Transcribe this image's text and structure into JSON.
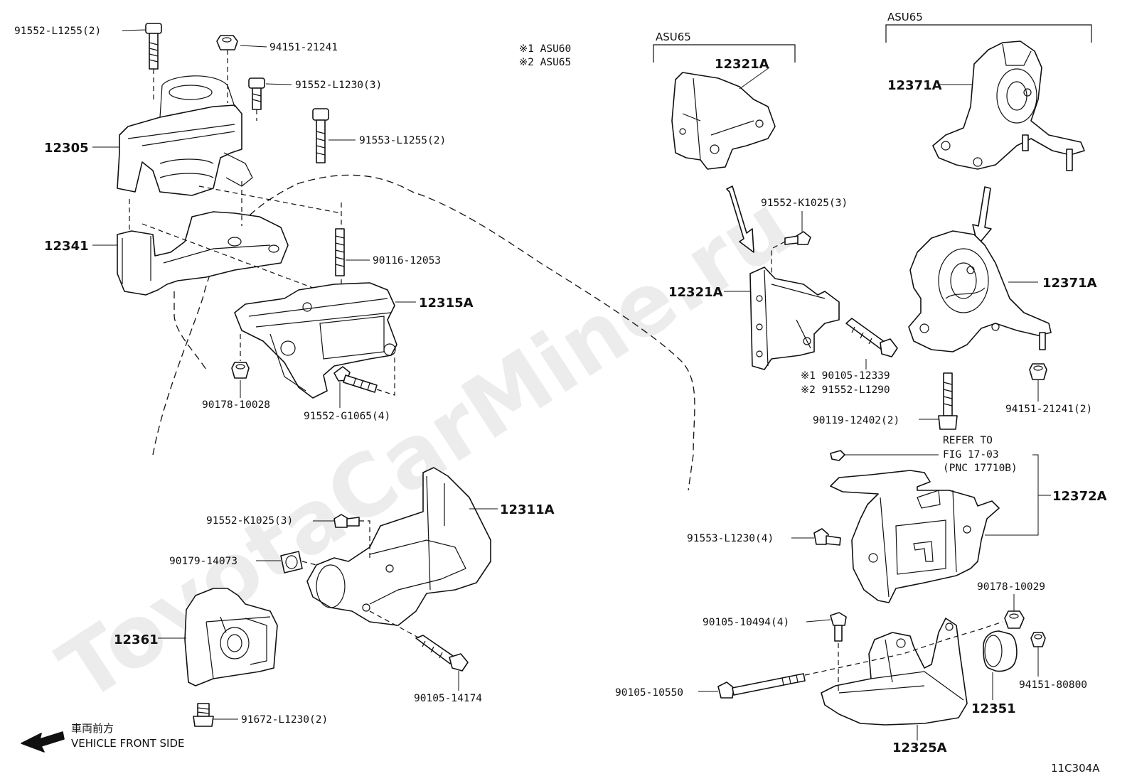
{
  "watermark": "ToyotaCarMine.ru",
  "legend": {
    "note1": "※1  ASU60",
    "note2": "※2  ASU65"
  },
  "groups": {
    "asu65_bracket": "ASU65",
    "asu65_mount": "ASU65"
  },
  "labels": {
    "p91552_L1255": "91552-L1255(2)",
    "p94151_21241_top": "94151-21241",
    "p91552_L1230": "91552-L1230(3)",
    "p91553_L1255": "91553-L1255(2)",
    "p12305": "12305",
    "p12341": "12341",
    "p90116_12053": "90116-12053",
    "p12315A": "12315A",
    "p90178_10028": "90178-10028",
    "p91552_G1065": "91552-G1065(4)",
    "p12311A": "12311A",
    "p91552_K1025_left": "91552-K1025(3)",
    "p90179_14073": "90179-14073",
    "p12361": "12361",
    "p90105_14174": "90105-14174",
    "p91672_L1230": "91672-L1230(2)",
    "p12321A_top": "12321A",
    "p91552_K1025_right": "91552-K1025(3)",
    "p12321A": "12321A",
    "p90105_12339": "※1  90105-12339",
    "p91552_L1290": "※2  91552-L1290",
    "p12371A_top": "12371A",
    "p12371A": "12371A",
    "p94151_21241_right": "94151-21241(2)",
    "p90119_12402": "90119-12402(2)",
    "refer1": "REFER TO",
    "refer2": "FIG 17-03",
    "refer3": "(PNC 17710B)",
    "p12372A": "12372A",
    "p91553_L1230": "91553-L1230(4)",
    "p90178_10029": "90178-10029",
    "p90105_10494": "90105-10494(4)",
    "p94151_80800": "94151-80800",
    "p90105_10550": "90105-10550",
    "p12351": "12351",
    "p12325A": "12325A"
  },
  "front": {
    "jp": "車両前方",
    "en": "VEHICLE FRONT SIDE"
  },
  "figure_code": "11C304A"
}
